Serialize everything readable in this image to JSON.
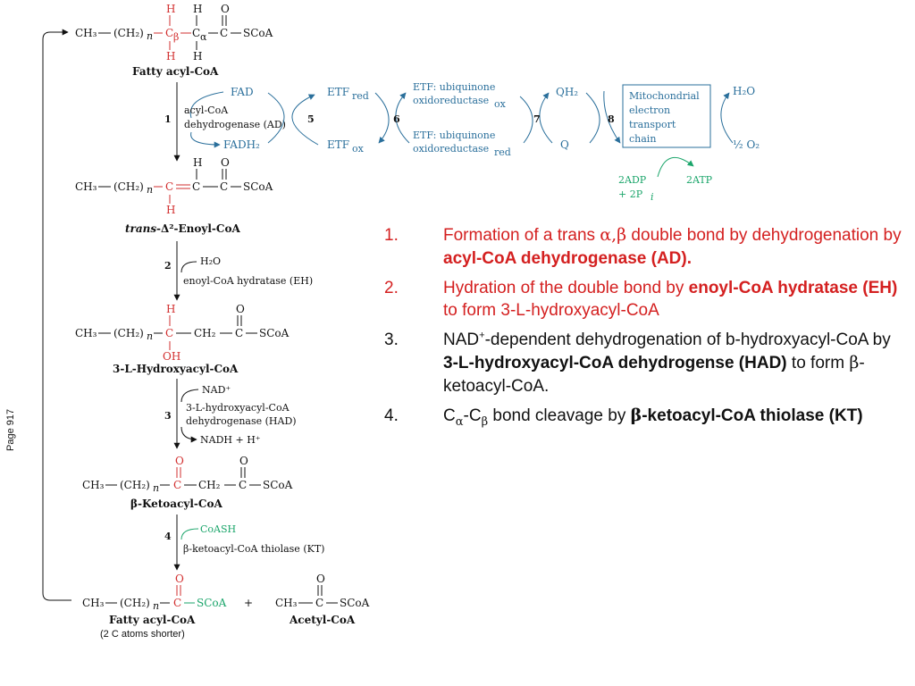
{
  "page_label": "Page 917",
  "diagram": {
    "fatty_acyl_coa": {
      "h1": "H",
      "h2": "H",
      "h3": "H",
      "h4": "H",
      "o": "O",
      "ch3": "CH₃",
      "ch2n": "(CH₂)",
      "n": "n",
      "c_beta": "C",
      "beta": "β",
      "c_alpha": "C",
      "alpha": "α",
      "c_carbonyl": "C",
      "scoa": "SCoA",
      "name": "Fatty acyl-CoA"
    },
    "step1": {
      "num": "1",
      "fad": "FAD",
      "enzyme_line1": "acyl-CoA",
      "enzyme_line2": "dehydrogenase (AD)",
      "fadh2": "FADH₂",
      "num5": "5",
      "num6": "6",
      "num7": "7",
      "num8": "8",
      "etf_red": "ETF",
      "etf_red_sub": "red",
      "etf_ox": "ETF",
      "etf_ox_sub": "ox",
      "etfqo_ox_line1": "ETF: ubiquinone",
      "etfqo_ox_line2": "oxidoreductase",
      "etfqo_ox_sub": "ox",
      "etfqo_red_line1": "ETF: ubiquinone",
      "etfqo_red_line2": "oxidoreductase",
      "etfqo_red_sub": "red",
      "qh2": "QH₂",
      "q": "Q",
      "etc_line1": "Mitochondrial",
      "etc_line2": "electron",
      "etc_line3": "transport",
      "etc_line4": "chain",
      "h2o": "H₂O",
      "half_o2": "½ O₂",
      "adp_line1": "2ADP",
      "adp_line2": "+ 2P",
      "adp_sub": "i",
      "atp": "2ATP"
    },
    "enoyl": {
      "ch3": "CH₃",
      "ch2n": "(CH₂)",
      "n": "n",
      "c1": "C",
      "c2": "C",
      "c3": "C",
      "scoa": "SCoA",
      "h_top": "H",
      "h_bottom": "H",
      "o": "O",
      "name_italic": "trans",
      "name_rest": "-Δ²-Enoyl-CoA"
    },
    "step2": {
      "num": "2",
      "h2o": "H₂O",
      "enzyme": "enoyl-CoA hydratase (EH)"
    },
    "hydroxyacyl": {
      "h": "H",
      "oh": "OH",
      "o": "O",
      "ch3": "CH₃",
      "ch2n": "(CH₂)",
      "n": "n",
      "c": "C",
      "ch2": "CH₂",
      "c2": "C",
      "scoa": "SCoA",
      "name": "3-L-Hydroxyacyl-CoA"
    },
    "step3": {
      "num": "3",
      "nad": "NAD⁺",
      "enzyme_line1": "3-L-hydroxyacyl-CoA",
      "enzyme_line2": "dehydrogenase (HAD)",
      "nadh": "NADH  +  H⁺"
    },
    "ketoacyl": {
      "o1": "O",
      "o2": "O",
      "ch3": "CH₃",
      "ch2n": "(CH₂)",
      "n": "n",
      "c": "C",
      "ch2": "CH₂",
      "c2": "C",
      "scoa": "SCoA",
      "name": "β-Ketoacyl-CoA"
    },
    "step4": {
      "num": "4",
      "coash": "CoASH",
      "enzyme": "β-ketoacyl-CoA thiolase (KT)"
    },
    "products": {
      "o1": "O",
      "o2": "O",
      "ch3": "CH₃",
      "ch2n": "(CH₂)",
      "n": "n",
      "c": "C",
      "scoa": "SCoA",
      "plus": "+",
      "ch3b": "CH₃",
      "c2": "C",
      "scoa2": "SCoA",
      "name1": "Fatty acyl-CoA",
      "name1_note": "(2 C atoms shorter)",
      "name2": "Acetyl-CoA"
    }
  },
  "notes": [
    {
      "num": "1.",
      "parts": [
        "Formation of a trans ",
        "α,β",
        "  double bond by dehydrogenation by ",
        "acyl-CoA dehydrogenase (AD)."
      ]
    },
    {
      "num": "2.",
      "parts": [
        "Hydration of the double bond by ",
        "enoyl-CoA hydratase (EH)",
        " to form 3-L-hydroxyacyl-CoA"
      ]
    },
    {
      "num": "3.",
      "parts": [
        "NAD",
        "+",
        "-dependent dehydrogenation of b-hydroxyacyl-CoA by ",
        "3-L-hydroxyacyl-CoA dehydrogense (HAD)",
        " to form ",
        "β",
        "-ketoacyl-CoA."
      ]
    },
    {
      "num": "4.",
      "parts": [
        "C",
        "α",
        "-C",
        "β",
        " bond cleavage by ",
        "β",
        "-ketoacyl-CoA thiolase (KT)"
      ]
    }
  ],
  "colors": {
    "red": "#d22f2f",
    "green": "#1aa56a",
    "blue": "#2a6f9b",
    "text": "#111111"
  }
}
